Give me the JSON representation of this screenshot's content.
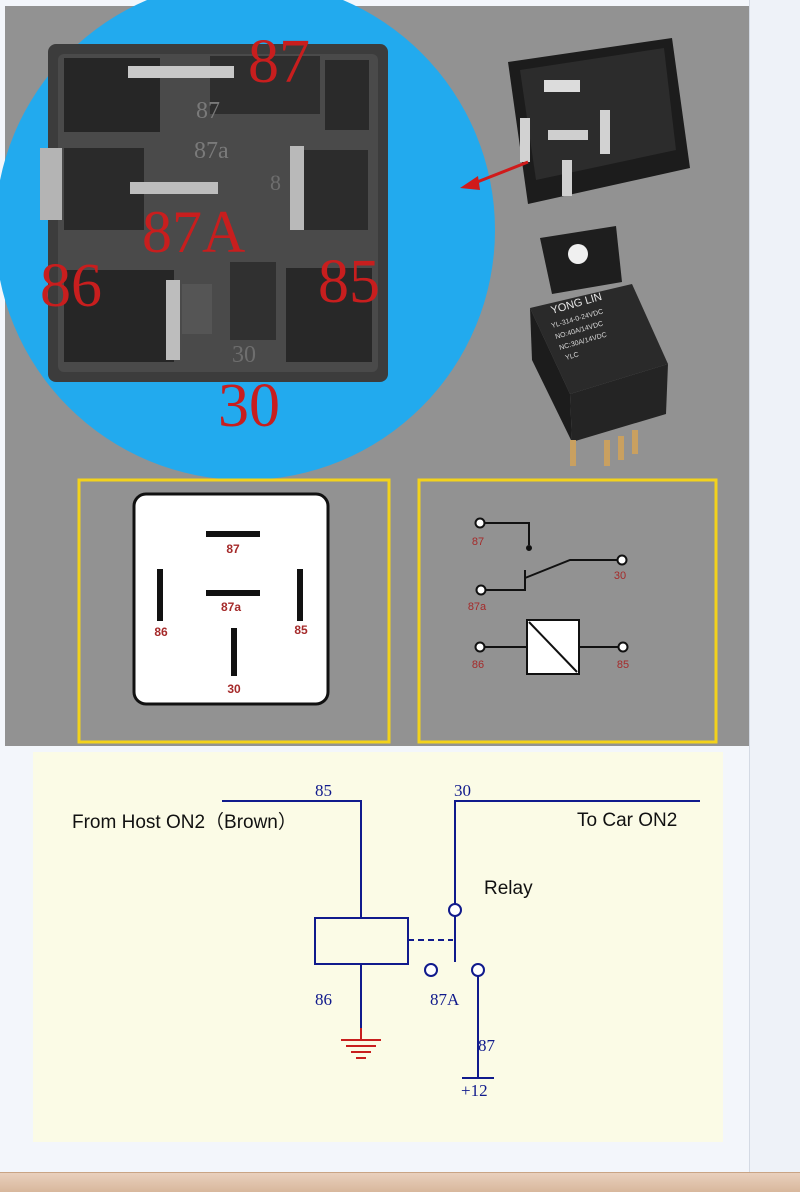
{
  "photo_labels": {
    "pin87": "87",
    "pin87a": "87A",
    "pin86": "86",
    "pin85": "85",
    "pin30": "30",
    "molded87": "87",
    "molded87a": "87a",
    "molded30": "30",
    "molded8": "8"
  },
  "relay_brand": {
    "brand": "YONG LIN",
    "model": "YL-314-0-24VDC",
    "line_no": "NO:40A/14VDC",
    "line_nc": "NC:30A/14VDC",
    "cert": "YLC"
  },
  "pinout_box": {
    "p87": "87",
    "p87a": "87a",
    "p86": "86",
    "p85": "85",
    "p30": "30"
  },
  "schematic_box": {
    "p87": "87",
    "p87a": "87a",
    "p30": "30",
    "p86": "86",
    "p85": "85"
  },
  "wiring": {
    "from_host": "From Host ON2（Brown）",
    "to_car": "To Car ON2",
    "relay": "Relay",
    "t85": "85",
    "t30": "30",
    "t86": "86",
    "t87a": "87A",
    "t87": "87",
    "supply": "+12"
  },
  "colors": {
    "circle": "#22aaee",
    "yellow_border": "#f3d21c",
    "pin_label_red": "#c81e1e",
    "wire_blue": "#101a8c",
    "ground_red": "#c81e1e"
  }
}
